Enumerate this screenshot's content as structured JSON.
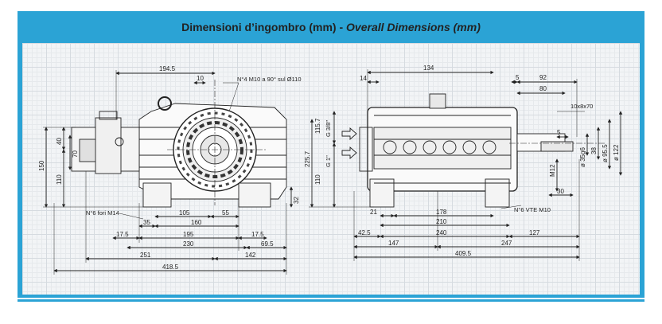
{
  "header": {
    "title_it": "Dimensioni d’ingombro (mm)",
    "separator": " - ",
    "title_en": "Overall Dimensions (mm)"
  },
  "colors": {
    "frame": "#2ba3d5",
    "line": "#222222",
    "grid": "#d6dbe0"
  },
  "left_view": {
    "top_dims": {
      "d194_5": "194.5",
      "d10": "10"
    },
    "note_holes": "N°4 M10 a 90° sul Ø110",
    "side_dims": {
      "d150": "150",
      "d110": "110",
      "d40": "40",
      "d70": "70",
      "d32": "32"
    },
    "base_note": "N°6 fori M14",
    "base_dims": {
      "d105": "105",
      "d55": "55",
      "d35": "35",
      "d160": "160"
    },
    "bottom_dims": {
      "d17_5a": "17.5",
      "d195": "195",
      "d17_5b": "17.5",
      "d230": "230",
      "d69_5": "69.5",
      "d251": "251",
      "d142": "142",
      "d418_5": "418.5"
    }
  },
  "right_view": {
    "top_dims": {
      "d14": "14",
      "d134": "134",
      "d5": "5",
      "d92": "92",
      "d80": "80"
    },
    "key_note": "10x8x70",
    "ports": {
      "g38": "G 3/8\"",
      "g1": "G 1\""
    },
    "side_dims": {
      "d115_7": "115.7",
      "d225_7": "225.7",
      "d110": "110"
    },
    "shaft_dims": {
      "d5": "5",
      "d35g6": "ø 35g6",
      "d38": "38",
      "d95_5": "ø 95.5",
      "d122": "ø 122",
      "m12": "M12",
      "d30": "30"
    },
    "vte_note": "N°6 VTE M10",
    "base_dims": {
      "d21": "21",
      "d178": "178",
      "d210": "210"
    },
    "bottom_dims": {
      "d42_5": "42.5",
      "d240": "240",
      "d127": "127",
      "d147": "147",
      "d247": "247",
      "d409_5": "409.5"
    }
  }
}
